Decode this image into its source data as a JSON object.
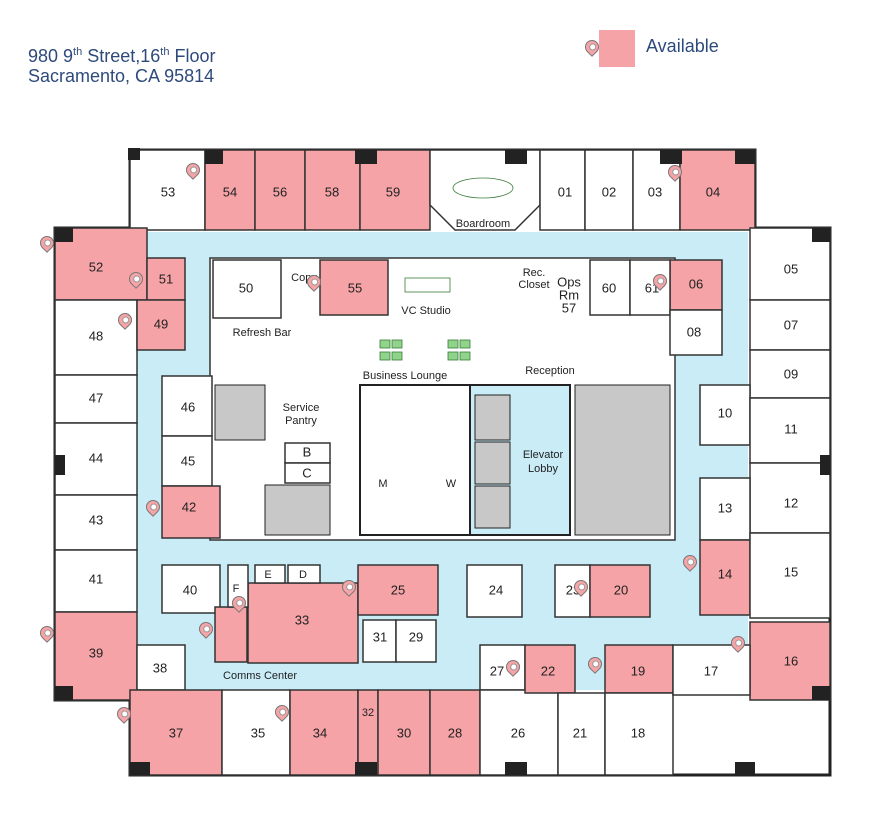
{
  "address": {
    "line1_pre": "980 9",
    "line1_sup1": "th",
    "line1_mid": " Street,16",
    "line1_sup2": "th",
    "line1_post": " Floor",
    "line2": "Sacramento,  CA 95814"
  },
  "legend": {
    "label": "Available",
    "color": "#f5a3a6"
  },
  "colors": {
    "corridor": "#c9ecf7",
    "available": "#f5a3a6",
    "wall": "#222222",
    "core": "#c8c8c8"
  },
  "rooms": {
    "r53": "53",
    "r54": "54",
    "r56": "56",
    "r58": "58",
    "r59": "59",
    "r01": "01",
    "r02": "02",
    "r03": "03",
    "r04": "04",
    "r52": "52",
    "r51": "51",
    "r50": "50",
    "r55": "55",
    "r05": "05",
    "r06": "06",
    "r60": "60",
    "r61": "61",
    "r48": "48",
    "r49": "49",
    "r07": "07",
    "r08": "08",
    "r09": "09",
    "r47": "47",
    "r46": "46",
    "r10": "10",
    "r11": "11",
    "r44": "44",
    "r45": "45",
    "r12": "12",
    "r13": "13",
    "r43": "43",
    "r42": "42",
    "r15": "15",
    "r14": "14",
    "r41": "41",
    "r40": "40",
    "r33": "33",
    "r25": "25",
    "r24": "24",
    "r23": "23",
    "r20": "20",
    "r39": "39",
    "r38": "38",
    "r31": "31",
    "r29": "29",
    "r27": "27",
    "r22": "22",
    "r19": "19",
    "r17": "17",
    "r16": "16",
    "r37": "37",
    "r35": "35",
    "r34": "34",
    "r32": "32",
    "r30": "30",
    "r28": "28",
    "r26": "26",
    "r21": "21",
    "r18": "18",
    "rB": "B",
    "rC": "C",
    "rE": "E",
    "rD": "D",
    "rF": "F",
    "rM": "M",
    "rW": "W"
  },
  "labels": {
    "boardroom": "Boardroom",
    "copy": "Copy",
    "vc_studio": "VC Studio",
    "rec_closet_1": "Rec.",
    "rec_closet_2": "Closet",
    "ops_1": "Ops",
    "ops_2": "Rm",
    "ops_3": "57",
    "refresh_bar": "Refresh Bar",
    "business_lounge": "Business Lounge",
    "reception": "Reception",
    "service_pantry_1": "Service",
    "service_pantry_2": "Pantry",
    "elevator_lobby_1": "Elevator",
    "elevator_lobby_2": "Lobby",
    "comms_center": "Comms Center"
  }
}
